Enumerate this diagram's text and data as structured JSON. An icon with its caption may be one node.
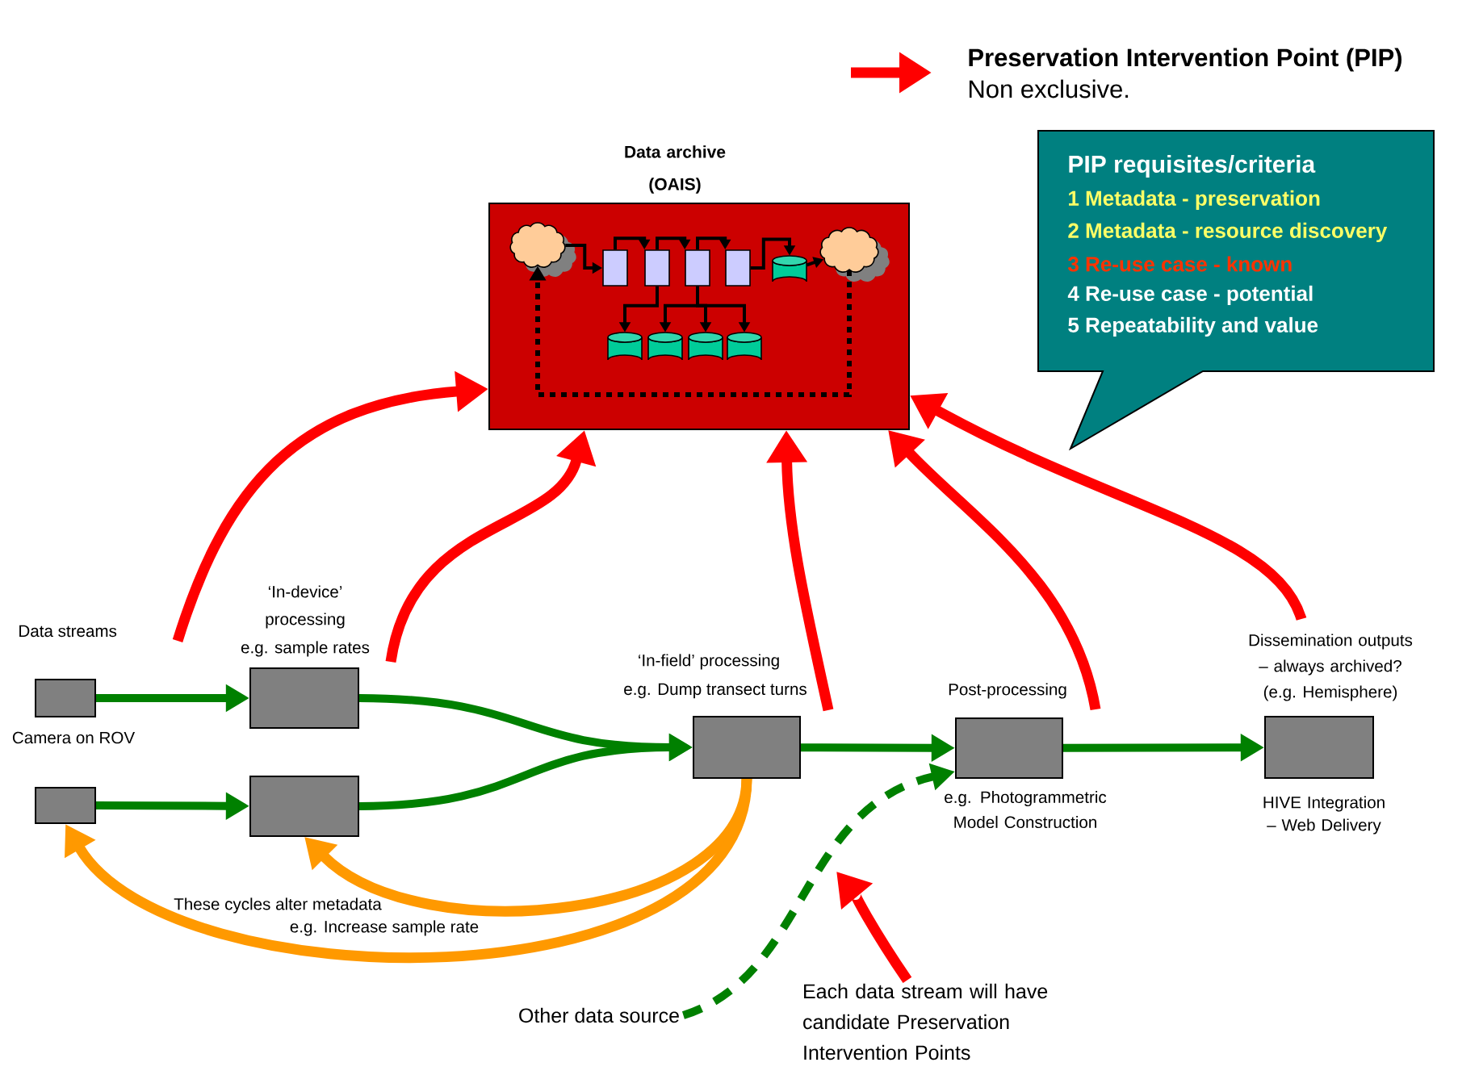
{
  "diagram": {
    "nodes": [
      {
        "text": [
          "Data archive (OAIS)"
        ]
      },
      {
        "text": [],
        "shape": "cloud",
        "in": 0
      },
      {
        "text": [],
        "shape": "document",
        "in": 0
      },
      {
        "text": [],
        "shape": "document",
        "in": 0
      },
      {
        "text": [],
        "shape": "document",
        "in": 0
      },
      {
        "text": [],
        "shape": "document",
        "in": 0
      },
      {
        "text": [],
        "shape": "cylinder",
        "in": 0
      },
      {
        "text": [],
        "shape": "cloud",
        "in": 0
      },
      {
        "text": [],
        "shape": "cylinder",
        "in": 0
      },
      {
        "text": [],
        "shape": "cylinder",
        "in": 0
      },
      {
        "text": [],
        "shape": "cylinder",
        "in": 0
      },
      {
        "text": [],
        "shape": "cylinder",
        "in": 0
      },
      {
        "text": [
          "PIP requisites/criteria",
          "1 Metadata - preservation",
          "2 Metadata - resource discovery",
          "3 Re-use case - known",
          "4 Re-use case - potential",
          "5 Repeatability and value"
        ]
      },
      {
        "text": [
          "Camera on ROV"
        ]
      },
      {
        "text": [],
        "shape": "box"
      },
      {
        "text": [
          "‘In-device’ processing",
          "e.g. sample rates"
        ]
      },
      {
        "text": [],
        "shape": "box"
      },
      {
        "text": [
          "‘In-field’ processing",
          "e.g. Dump transect turns"
        ]
      },
      {
        "text": [
          "Post-processing",
          "e.g. Photogrammetric Model Construction"
        ]
      },
      {
        "text": [
          "Dissemination outputs – always archived?",
          "(e.g. Hemisphere)",
          "HIVE Integration – Web Delivery"
        ]
      },
      {
        "text": [
          "Other data source"
        ]
      },
      {
        "text": [
          "Each data stream will have candidate Preservation Intervention Points"
        ]
      }
    ],
    "edges": [
      {
        "from": 1,
        "to": 2,
        "arrow": "to"
      },
      {
        "from": 2,
        "to": 3,
        "arrow": "to"
      },
      {
        "from": 3,
        "to": 4,
        "arrow": "to"
      },
      {
        "from": 4,
        "to": 5,
        "arrow": "to"
      },
      {
        "from": 5,
        "to": 6,
        "arrow": "to"
      },
      {
        "from": 6,
        "to": 7,
        "arrow": "to"
      },
      {
        "from": 3,
        "to": 8,
        "arrow": "to"
      },
      {
        "from": 4,
        "to": 9,
        "arrow": "to"
      },
      {
        "from": 4,
        "to": 10,
        "arrow": "to"
      },
      {
        "from": 4,
        "to": 11,
        "arrow": "to"
      },
      {
        "from": 7,
        "to": 1,
        "arrow": "to",
        "style": "dashed"
      },
      {
        "from": null,
        "to": 0,
        "arrow": "to",
        "color": "#ff0000"
      },
      {
        "from": null,
        "to": 0,
        "arrow": "to",
        "color": "#ff0000"
      },
      {
        "from": null,
        "to": 0,
        "arrow": "to",
        "color": "#ff0000"
      },
      {
        "from": 18,
        "to": 0,
        "arrow": "to",
        "color": "#ff0000"
      },
      {
        "from": 19,
        "to": 0,
        "arrow": "to",
        "color": "#ff0000"
      },
      {
        "from": 13,
        "to": 15,
        "arrow": "to",
        "color": "#008000"
      },
      {
        "from": 14,
        "to": 16,
        "arrow": "to",
        "color": "#008000"
      },
      {
        "from": 15,
        "to": 17,
        "arrow": "to",
        "color": "#008000"
      },
      {
        "from": 16,
        "to": 17,
        "arrow": "to",
        "color": "#008000"
      },
      {
        "from": 17,
        "to": 18,
        "arrow": "to",
        "color": "#008000"
      },
      {
        "from": 18,
        "to": 19,
        "arrow": "to",
        "color": "#008000"
      },
      {
        "from": 20,
        "to": 18,
        "arrow": "to",
        "style": "dashed",
        "color": "#008000"
      },
      {
        "from": 17,
        "to": 16,
        "arrow": "to",
        "color": "#ff9900"
      },
      {
        "from": 17,
        "to": 14,
        "arrow": "to",
        "color": "#ff9900"
      },
      {
        "from": 21,
        "to": null,
        "arrow": "to",
        "color": "#ff0000"
      }
    ],
    "labels": [
      "Non exclusive.",
      "Data streams",
      "These cycles alter metadata",
      "e.g. Increase sample rate"
    ],
    "legend": [
      {
        "text": "Preservation Intervention Point (PIP)"
      }
    ]
  }
}
